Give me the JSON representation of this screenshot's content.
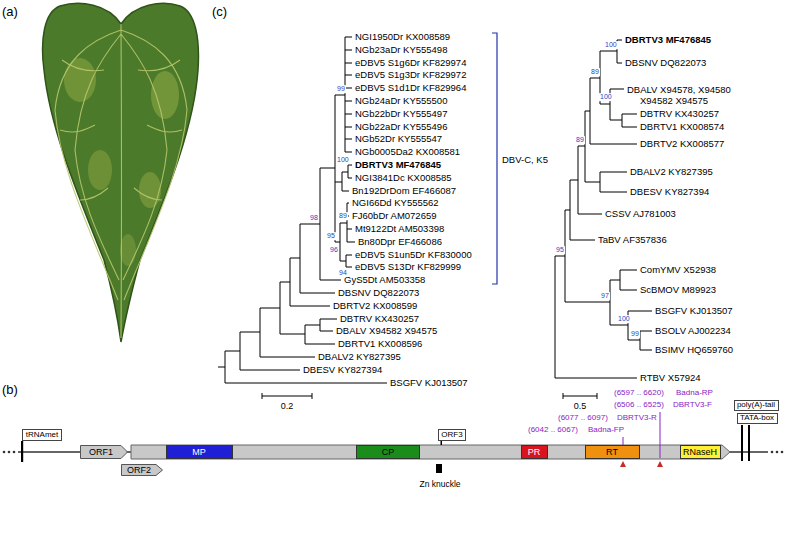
{
  "diagram": {
    "nodes": [
      {
        "text": [
          "tRNAmet"
        ]
      },
      {
        "text": [
          "ORF3"
        ]
      },
      {
        "text": [
          "poly(A)-tail"
        ]
      },
      {
        "text": [
          "TATA-box"
        ]
      },
      {
        "text": [
          "ORF1"
        ]
      },
      {
        "text": [
          "MP"
        ]
      },
      {
        "text": [
          "CP"
        ]
      },
      {
        "text": [
          "PR"
        ]
      },
      {
        "text": [
          "RT"
        ]
      },
      {
        "text": [
          "RNaseH"
        ]
      },
      {
        "text": [
          "ORF2"
        ]
      }
    ],
    "labels": [
      "(a)",
      "(c)",
      "NGI1950Dr KX008589",
      "NGb23aDr KY555498",
      "eDBV5 S1g6Dr KF829974",
      "eDBV5 S1g3Dr KF829972",
      "eDBV5 S1d1Dr KF829964",
      "NGb24aDr KY555500",
      "NGb22bDr KY555497",
      "NGb22aDr KY555496",
      "NGb52Dr KY555547",
      "NGb0005Da2 KX008581",
      "DBRTV3 MF476845",
      "NGI3841Dc KX008585",
      "Bn192DrDom EF466087",
      "NGI66Dd KY555562",
      "FJ60bDr AM072659",
      "Mt9122Dt AM503398",
      "Bn80Dpr EF466086",
      "eDBV5 S1un5Dr KF830000",
      "eDBV5 S13Dr KF829999",
      "GyS5Dt AM503358",
      "DBSNV DQ822073",
      "DBRTV2 KX008599",
      "DBTRV KX430257",
      "DBALV X94582 X94575",
      "DBRTV1 KX008596",
      "DBALV2 KY827395",
      "DBESV KY827394",
      "BSGFV KJ013507",
      "DBV-C, K5",
      "99",
      "100",
      "89",
      "95",
      "96",
      "94",
      "98",
      "0.2",
      "DBRTV3 MF476845",
      "DBSNV DQ822073",
      "DBALV X94578, X94580 X94582 X94575",
      "DBTRV KX430257",
      "DBRTV1 KX008574",
      "DBRTV2 KX008577",
      "DBALV2 KY827395",
      "DBESV KY827394",
      "CSSV AJ781003",
      "TaBV AF357836",
      "ComYMV X52938",
      "ScBMOV M89923",
      "BSGFV KJ013507",
      "BSOLV AJ002234",
      "BSIMV HQ659760",
      "RTBV X57924",
      "100",
      "89",
      "100",
      "89",
      "95",
      "97",
      "100",
      "99",
      "0.5",
      "(b)",
      "(6597 .. 6620)",
      "Badna-RP",
      "(6506 .. 6525)",
      "DBRTV3-F",
      "(6077 .. 6097)",
      "DBRTV3-R",
      "(6042 .. 6067)",
      "Badna-FP",
      "Zn knuckle"
    ]
  }
}
